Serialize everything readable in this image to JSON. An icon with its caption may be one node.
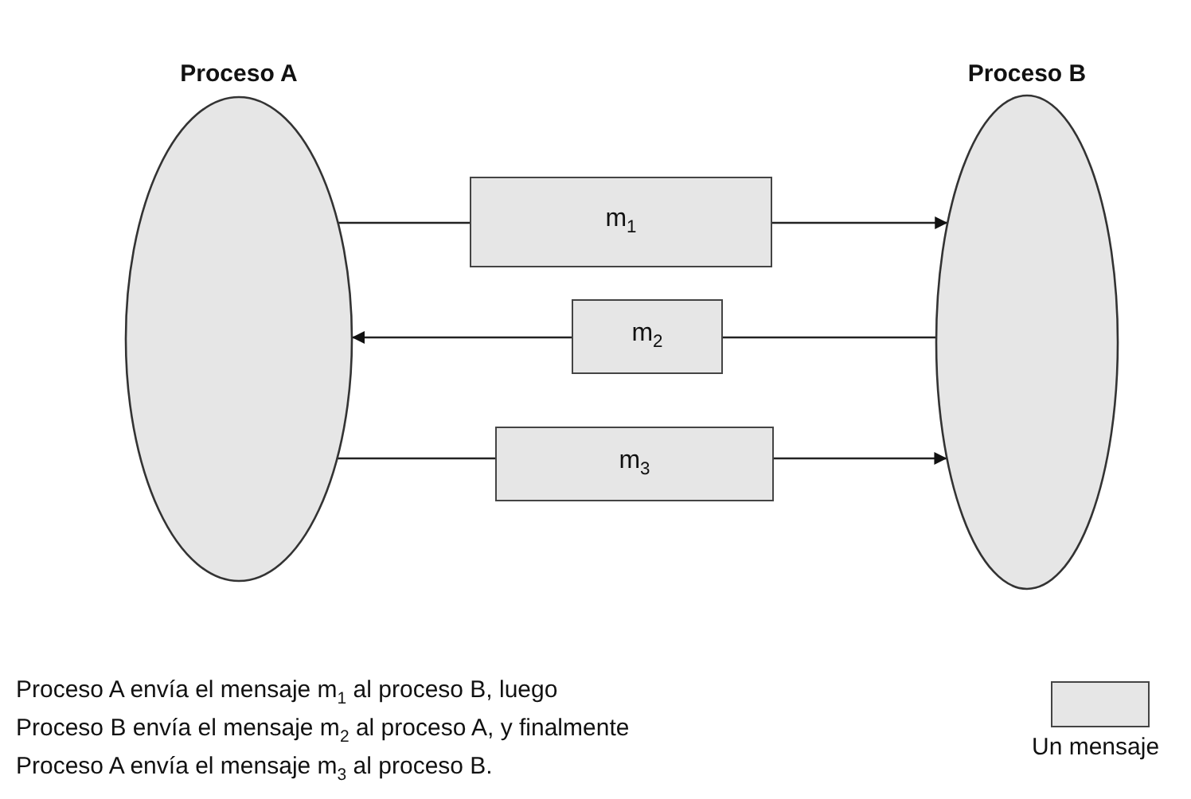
{
  "diagram": {
    "nodes": [
      {
        "text": [
          "Proceso A"
        ]
      },
      {
        "text": [
          "Proceso B"
        ]
      },
      {
        "text": [
          "m$_{1}$"
        ]
      },
      {
        "text": [
          "m$_{2}$"
        ]
      },
      {
        "text": [
          "m$_{3}$"
        ]
      }
    ],
    "edges": [
      {
        "from": 0,
        "to": 2,
        "arrow": "none"
      },
      {
        "from": 2,
        "to": 1,
        "arrow": "to"
      },
      {
        "from": 1,
        "to": 3,
        "arrow": "none"
      },
      {
        "from": 3,
        "to": 0,
        "arrow": "to"
      },
      {
        "from": 0,
        "to": 4,
        "arrow": "none"
      },
      {
        "from": 4,
        "to": 1,
        "arrow": "to"
      }
    ],
    "labels": [
      "Proceso A envía el mensaje m$_{1}$ al proceso B, luego",
      "Proceso B envía el mensaje m$_{2}$ al proceso A, y finalmente",
      "Proceso A envía el mensaje m$_{3}$ al proceso B."
    ],
    "legend": [
      {
        "text": "Un mensaje",
        "color": "#e6e6e6"
      }
    ]
  }
}
